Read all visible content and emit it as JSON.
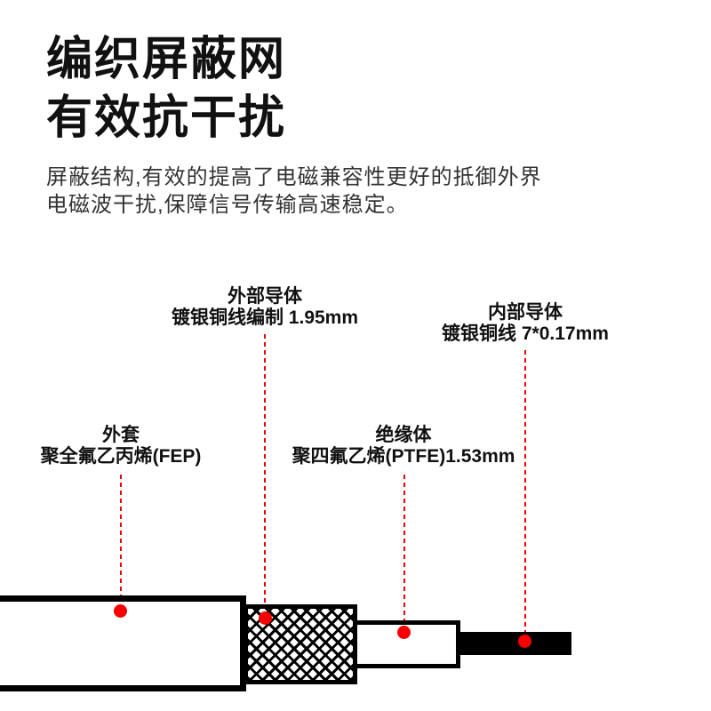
{
  "heading": {
    "line1": "编织屏蔽网",
    "line2": "有效抗干扰"
  },
  "description": {
    "line1": "屏蔽结构,有效的提高了电磁兼容性更好的抵御外界",
    "line2": "电磁波干扰,保障信号传输高速稳定。"
  },
  "callouts": {
    "outer_conductor": {
      "title": "外部导体",
      "detail": "镀银铜线编制 1.95mm"
    },
    "inner_conductor": {
      "title": "内部导体",
      "detail": "镀银铜线 7*0.17mm"
    },
    "jacket": {
      "title": "外套",
      "detail": "聚全氟乙丙烯(FEP)"
    },
    "insulation": {
      "title": "绝缘体",
      "detail": "聚四氟乙烯(PTFE)1.53mm"
    }
  },
  "colors": {
    "accent_red": "#f60000",
    "text_primary": "#111111",
    "text_secondary": "#333333",
    "background": "#ffffff"
  }
}
